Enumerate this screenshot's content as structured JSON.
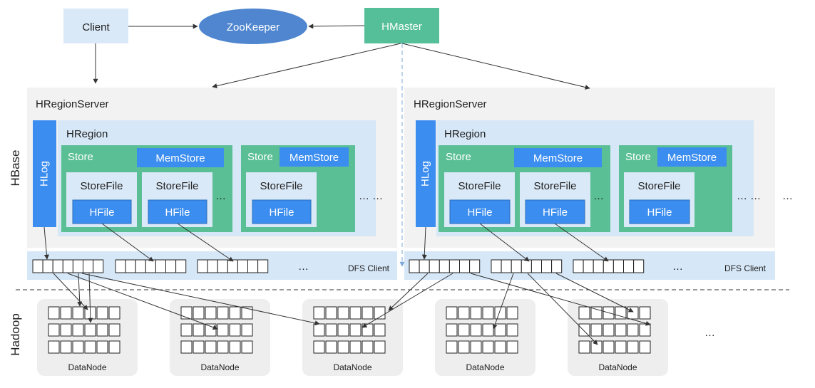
{
  "nodes": {
    "client": "Client",
    "zookeeper": "ZooKeeper",
    "hmaster": "HMaster",
    "hregionserver": "HRegionServer",
    "hregion": "HRegion",
    "hlog": "HLog",
    "store": "Store",
    "memstore": "MemStore",
    "storefile": "StoreFile",
    "hfile": "HFile",
    "dfs_client": "DFS Client",
    "datanode": "DataNode",
    "ellipsis": "…",
    "ellipsis_short": "…",
    "ellipsis_pair": "…  …"
  },
  "sections": {
    "hbase": "HBase",
    "hadoop": "Hadoop"
  },
  "colors": {
    "client_fill": "#dae9f7",
    "zookeeper_fill": "#4f86cf",
    "hmaster_fill": "#55bf9a",
    "server_bg": "#f2f2f2",
    "region_bg": "#d6e7f7",
    "store_fill": "#5abf94",
    "storefile_fill": "#dae9f7",
    "blue": "#3b8def",
    "dfs_bg": "#d6e7f7",
    "datanode_bg": "#eeeeee"
  }
}
